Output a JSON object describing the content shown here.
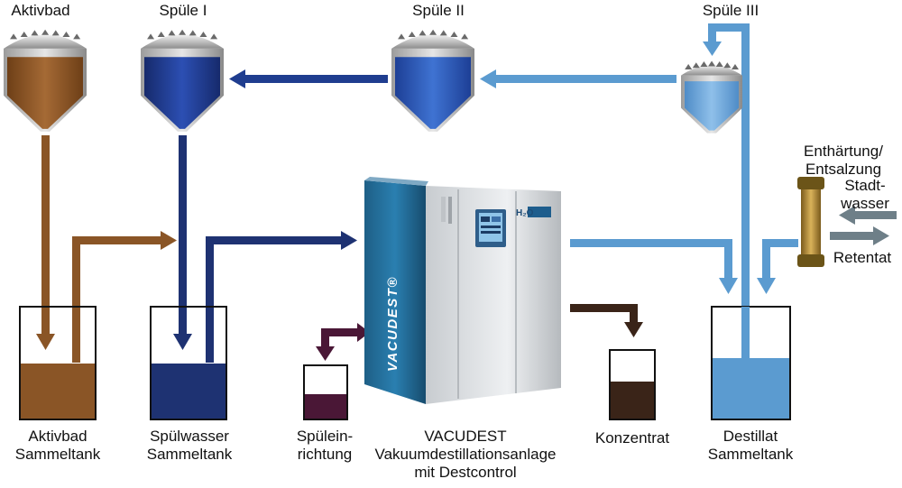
{
  "tanks_top": {
    "aktivbad": "Aktivbad",
    "spuele1": "Spüle I",
    "spuele2": "Spüle II",
    "spuele3": "Spüle III"
  },
  "bottom_labels": {
    "aktivbad_sammeltank": [
      "Aktivbad",
      "Sammeltank"
    ],
    "spuelwasser_sammeltank": [
      "Spülwasser",
      "Sammeltank"
    ],
    "spuleinrichtung": [
      "Spülein-",
      "richtung"
    ],
    "vacudest": [
      "VACUDEST",
      "Vakuumdestillationsanlage",
      "mit Destcontrol"
    ],
    "konzentrat": "Konzentrat",
    "destillat_sammeltank": [
      "Destillat",
      "Sammeltank"
    ]
  },
  "right_side": {
    "enthaertung": [
      "Enthärtung/",
      "Entsalzung"
    ],
    "stadtwasser": [
      "Stadt-",
      "wasser"
    ],
    "retentat": "Retentat"
  },
  "machine": {
    "brand": "VACUDEST®",
    "badge": "H₂O"
  },
  "colors": {
    "brown": "#8a5526",
    "navy": "#1e3272",
    "darkblue": "#1f3d8f",
    "lightblue": "#5b9bd0",
    "plum": "#4a1736",
    "concentrate": "#3a2418",
    "grey_arrow": "#6e7f88"
  }
}
